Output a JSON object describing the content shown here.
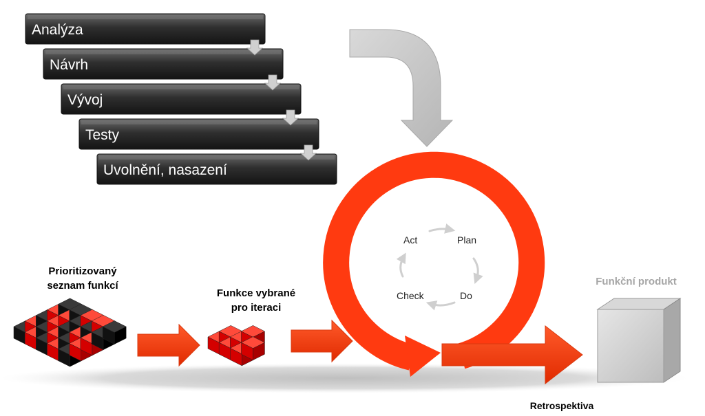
{
  "waterfall": {
    "steps": [
      "Analýza",
      "Návrh",
      "Vývoj",
      "Testy",
      "Uvolnění, nasazení"
    ]
  },
  "backlog": {
    "label_line1": "Prioritizovaný",
    "label_line2": "seznam funkcí"
  },
  "iteration": {
    "label_line1": "Funkce vybrané",
    "label_line2": "pro iteraci"
  },
  "cycle": {
    "act": "Act",
    "plan": "Plan",
    "check": "Check",
    "do": "Do"
  },
  "product": {
    "label": "Funkční produkt"
  },
  "retrospective": {
    "label": "Retrospektiva"
  },
  "colors": {
    "accent": "#ff3300",
    "bar": "#2a2a2a",
    "gray_arrow": "#c8c8c8",
    "product_label": "#a6a6a6"
  }
}
